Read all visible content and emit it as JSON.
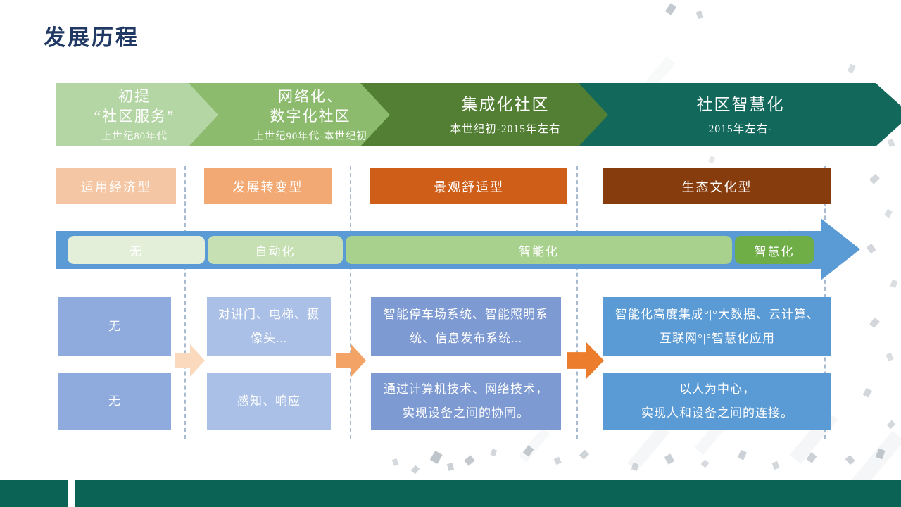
{
  "slide": {
    "title": "发展历程",
    "title_color": "#1f3864",
    "stages": [
      {
        "title": "初提\n“社区服务”",
        "period": "上世纪80年代",
        "color": "#b4d5a4"
      },
      {
        "title": "网络化、\n数字化社区",
        "period": "上世纪90年代-本世纪初",
        "color": "#8cbb6e"
      },
      {
        "title": "集成化社区",
        "period": "本世纪初-2015年左右",
        "color": "#527f33"
      },
      {
        "title": "社区智慧化",
        "period": "2015年左右-",
        "color": "#13685c"
      }
    ],
    "community_types": [
      {
        "label": "适用经济型",
        "color": "#f5c6a3"
      },
      {
        "label": "发展转变型",
        "color": "#f2a973"
      },
      {
        "label": "景观舒适型",
        "color": "#ce5e18"
      },
      {
        "label": "生态文化型",
        "color": "#873c0d"
      }
    ],
    "level_bar": {
      "bar_color": "#5b9bd5",
      "segments": [
        {
          "label": "无",
          "color": "#e3efd9"
        },
        {
          "label": "自动化",
          "color": "#c6e0b4"
        },
        {
          "label": "智能化",
          "color": "#a9d18e"
        },
        {
          "label": "智慧化",
          "color": "#6fad47"
        }
      ]
    },
    "capability_rows": [
      {
        "cells": [
          {
            "text": "无",
            "color": "#8faadc"
          },
          {
            "text": "对讲门、电梯、摄\n像头...",
            "color": "#abc0e6"
          },
          {
            "text": "智能停车场系统、智能照明系\n统、信息发布系统...",
            "color": "#7e9ad2"
          },
          {
            "text": "智能化高度集成°|°大数据、云计算、\n互联网°|°智慧化应用",
            "color": "#5b9bd5"
          }
        ]
      },
      {
        "cells": [
          {
            "text": "无",
            "color": "#8faadc"
          },
          {
            "text": "感知、响应",
            "color": "#abc0e6"
          },
          {
            "text": "通过计算机技术、网络技术，\n实现设备之间的协同。",
            "color": "#7e9ad2"
          },
          {
            "text": "以人为中心，\n实现人和设备之间的连接。",
            "color": "#5b9bd5"
          }
        ]
      }
    ],
    "flow_arrow_colors": [
      "#fbd9bd",
      "#f3a365",
      "#ec7d2c"
    ],
    "footer_color": "#0b6356"
  }
}
